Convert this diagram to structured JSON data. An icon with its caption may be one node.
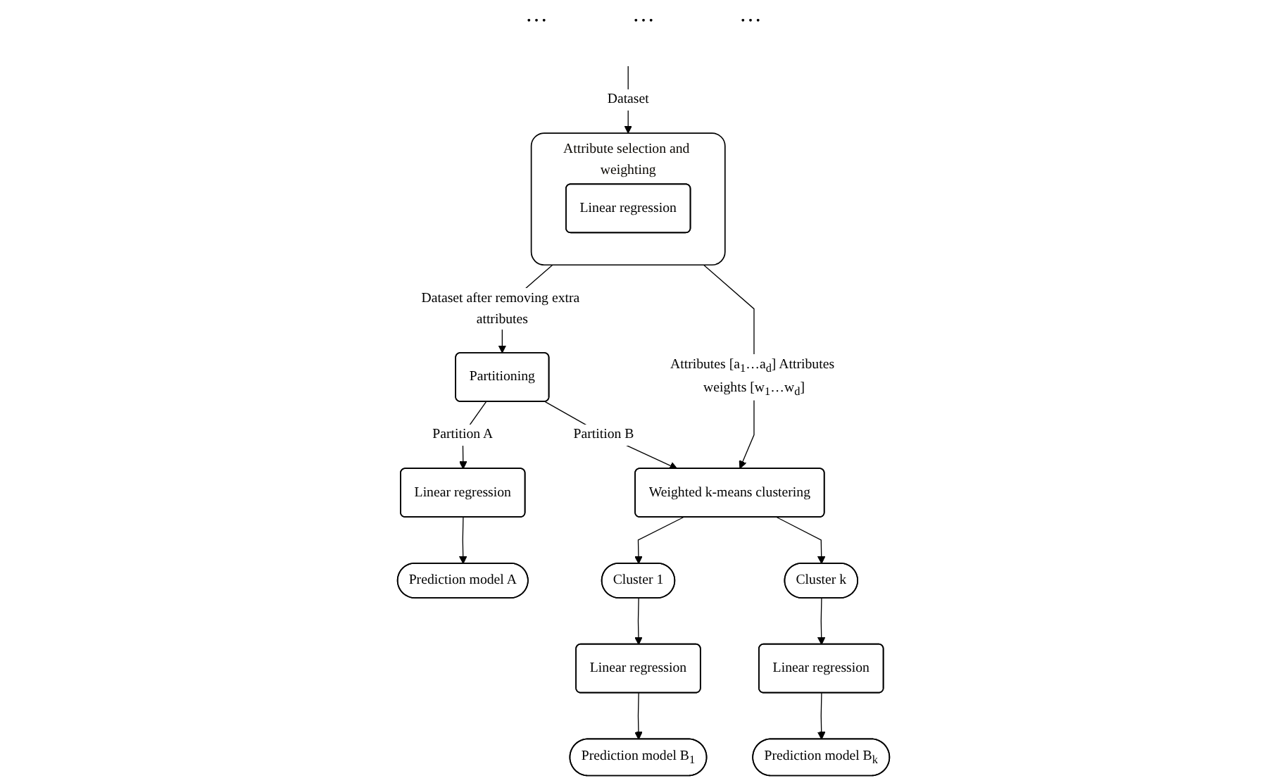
{
  "diagram": {
    "nodes": [
      {
        "text": [
          "Attribute selection and weighting"
        ]
      },
      {
        "text": [
          "Linear regression"
        ],
        "in": 0
      },
      {
        "text": [
          "Partitioning"
        ]
      },
      {
        "text": [
          "Linear regression"
        ]
      },
      {
        "text": [
          "Prediction model A"
        ]
      },
      {
        "text": [
          "Weighted k-means clustering"
        ]
      },
      {
        "text": [
          "Cluster 1"
        ]
      },
      {
        "text": [
          "Linear regression"
        ]
      },
      {
        "text": [
          "Prediction model B$_{1}$"
        ]
      },
      {
        "text": [
          "Cluster k"
        ]
      },
      {
        "text": [
          "Linear regression"
        ]
      },
      {
        "text": [
          "Prediction model B$_{k}$"
        ]
      }
    ],
    "edges": [
      {
        "from": null,
        "to": 0,
        "arrow": "to",
        "label": "Dataset"
      },
      {
        "from": 0,
        "to": 2,
        "arrow": "to",
        "label": "Dataset after removing extra attributes"
      },
      {
        "from": 0,
        "to": 5,
        "arrow": "to",
        "label": "Attributes [a$_{1}$…a$_{d}$] Attributes weights [w$_{1}$…w$_{d}$]"
      },
      {
        "from": 2,
        "to": 3,
        "arrow": "to",
        "label": "Partition A"
      },
      {
        "from": 2,
        "to": 5,
        "arrow": "to",
        "label": "Partition B"
      },
      {
        "from": 3,
        "to": 4,
        "arrow": "to"
      },
      {
        "from": 5,
        "to": 6,
        "arrow": "to"
      },
      {
        "from": 5,
        "to": 9,
        "arrow": "to"
      },
      {
        "from": 6,
        "to": 7,
        "arrow": "to"
      },
      {
        "from": 7,
        "to": 8,
        "arrow": "to"
      },
      {
        "from": 9,
        "to": 10,
        "arrow": "to"
      },
      {
        "from": 10,
        "to": 11,
        "arrow": "to"
      }
    ],
    "labels": [
      "…",
      "…",
      "…"
    ]
  }
}
